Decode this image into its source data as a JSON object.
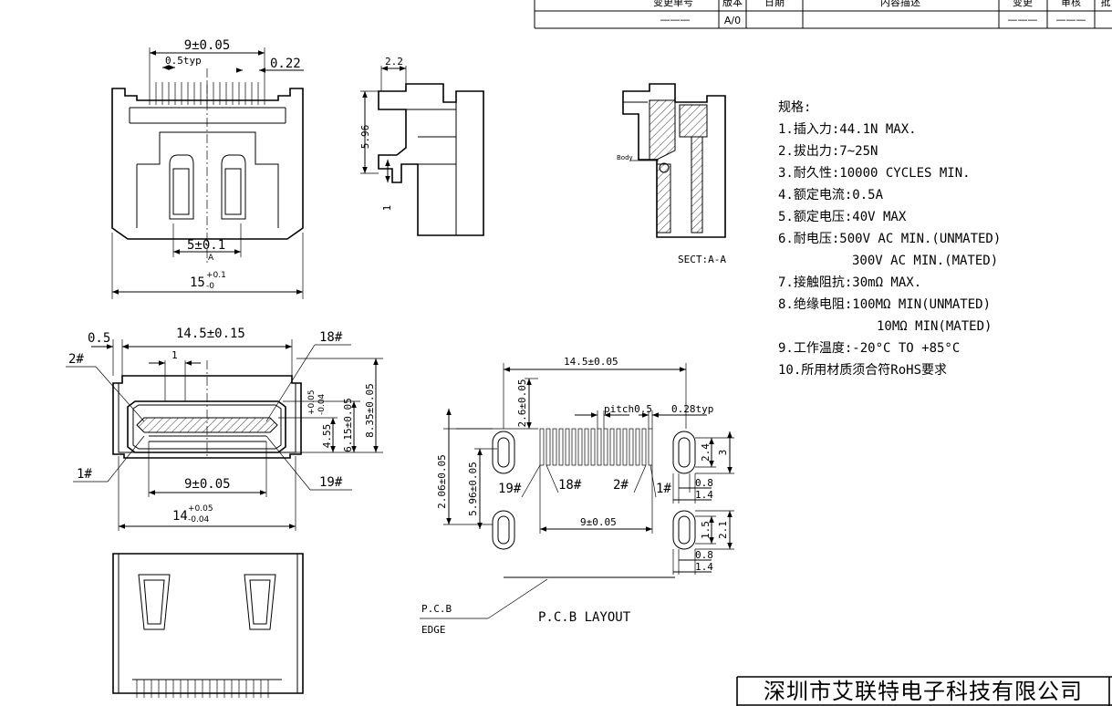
{
  "revision_table": {
    "headers": [
      "变更单号",
      "版本",
      "日期",
      "内容描述",
      "变更",
      "审核",
      "批"
    ],
    "row": {
      "change_no": "———",
      "version": "A/0",
      "date": "",
      "desc": "",
      "changer": "———",
      "reviewer": "———"
    }
  },
  "top_view": {
    "dim_width_top": "9±0.05",
    "dim_pitch": "0.5typ",
    "dim_pin_width": "0.22",
    "dim_inner": "5±0.1",
    "dim_overall": "15",
    "dim_overall_tol_upper": "+0.1",
    "dim_overall_tol_lower": "-0",
    "section_mark": "A"
  },
  "side_view": {
    "dim_top": "2.2",
    "dim_height": "5.96",
    "dim_pin": "1"
  },
  "section_view": {
    "label": "SECT:A-A",
    "body_label": "Body"
  },
  "front_view": {
    "dim_lip": "0.5",
    "dim_width": "14.5±0.15",
    "dim_one": "1",
    "dim_inner_width": "9±0.05",
    "dim_bottom": "14",
    "dim_bottom_tol_upper": "+0.05",
    "dim_bottom_tol_lower": "-0.04",
    "dim_h1": "4.55",
    "dim_h1_tol_upper": "+0.05",
    "dim_h1_tol_lower": "-0.04",
    "dim_h2": "6.15±0.05",
    "dim_h3": "8.35±0.05",
    "pin_2": "2#",
    "pin_18": "18#",
    "pin_1": "1#",
    "pin_19": "19#"
  },
  "pcb_layout": {
    "title": "P.C.B  LAYOUT",
    "edge_label_1": "P.C.B",
    "edge_label_2": "EDGE",
    "dim_total": "14.5±0.05",
    "dim_pitch": "pitch0.5",
    "dim_pad": "0.28typ",
    "dim_26": "2.6±0.05",
    "dim_206": "2.06±0.05",
    "dim_596": "5.96±0.05",
    "dim_9": "9±0.05",
    "dim_24": "2.4",
    "dim_3": "3",
    "dim_08a": "0.8",
    "dim_14a": "1.4",
    "dim_15": "1.5",
    "dim_21": "2.1",
    "dim_08b": "0.8",
    "dim_14b": "1.4",
    "pin_19": "19#",
    "pin_18": "18#",
    "pin_2": "2#",
    "pin_1": "1#"
  },
  "specs": {
    "title": "规格:",
    "items": [
      "1.插入力:44.1N MAX.",
      "2.拔出力:7~25N",
      "3.耐久性:10000 CYCLES MIN.",
      "4.额定电流:0.5A",
      "5.额定电压:40V MAX",
      "6.耐电压:500V AC MIN.(UNMATED)",
      "300V AC MIN.(MATED)",
      "7.接触阻抗:30mΩ MAX.",
      "8.绝缘电阻:100MΩ MIN(UNMATED)",
      "10MΩ MIN(MATED)",
      "9.工作温度:-20°C TO +85°C",
      "10.所用材质须合符RoHS要求"
    ]
  },
  "company": "深圳市艾联特电子科技有限公司"
}
